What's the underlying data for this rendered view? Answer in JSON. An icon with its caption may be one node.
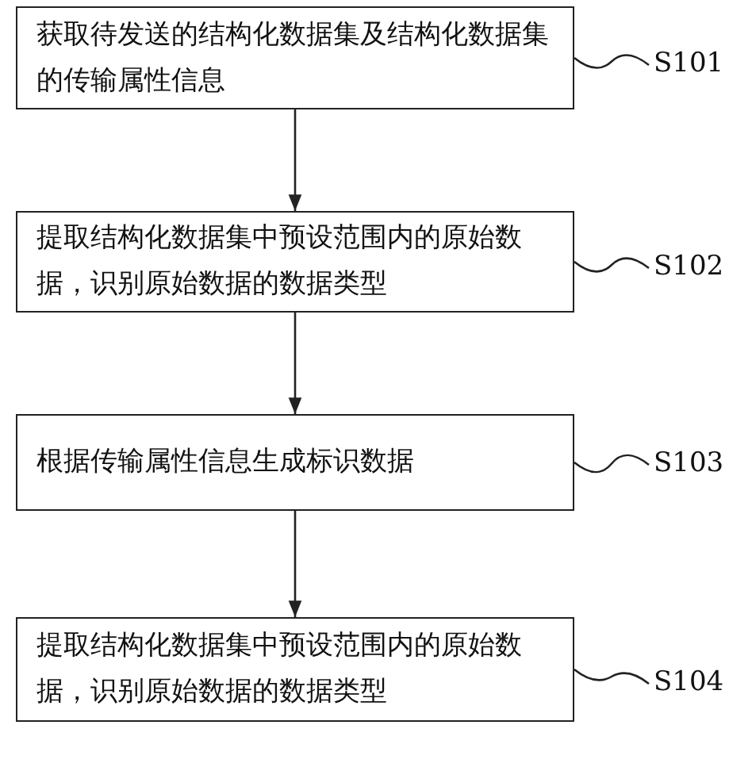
{
  "diagram": {
    "nodes": [
      {
        "text": [
          "获取待发送的结构化数据集及结构化数据集的传输属性信息"
        ]
      },
      {
        "text": [
          "提取结构化数据集中预设范围内的原始数据，识别原始数据的数据类型"
        ]
      },
      {
        "text": [
          "根据传输属性信息生成标识数据"
        ]
      },
      {
        "text": [
          "提取结构化数据集中预设范围内的原始数据，识别原始数据的数据类型"
        ]
      },
      {
        "text": [
          "S101"
        ]
      },
      {
        "text": [
          "S102"
        ]
      },
      {
        "text": [
          "S103"
        ]
      },
      {
        "text": [
          "S104"
        ]
      }
    ],
    "edges": [
      {
        "from": 0,
        "to": 1,
        "arrow": "to"
      },
      {
        "from": 1,
        "to": 2,
        "arrow": "to"
      },
      {
        "from": 2,
        "to": 3,
        "arrow": "to"
      },
      {
        "from": 4,
        "to": 0,
        "arrow": "none"
      },
      {
        "from": 5,
        "to": 1,
        "arrow": "none"
      },
      {
        "from": 6,
        "to": 2,
        "arrow": "none"
      },
      {
        "from": 7,
        "to": 3,
        "arrow": "none"
      }
    ]
  }
}
